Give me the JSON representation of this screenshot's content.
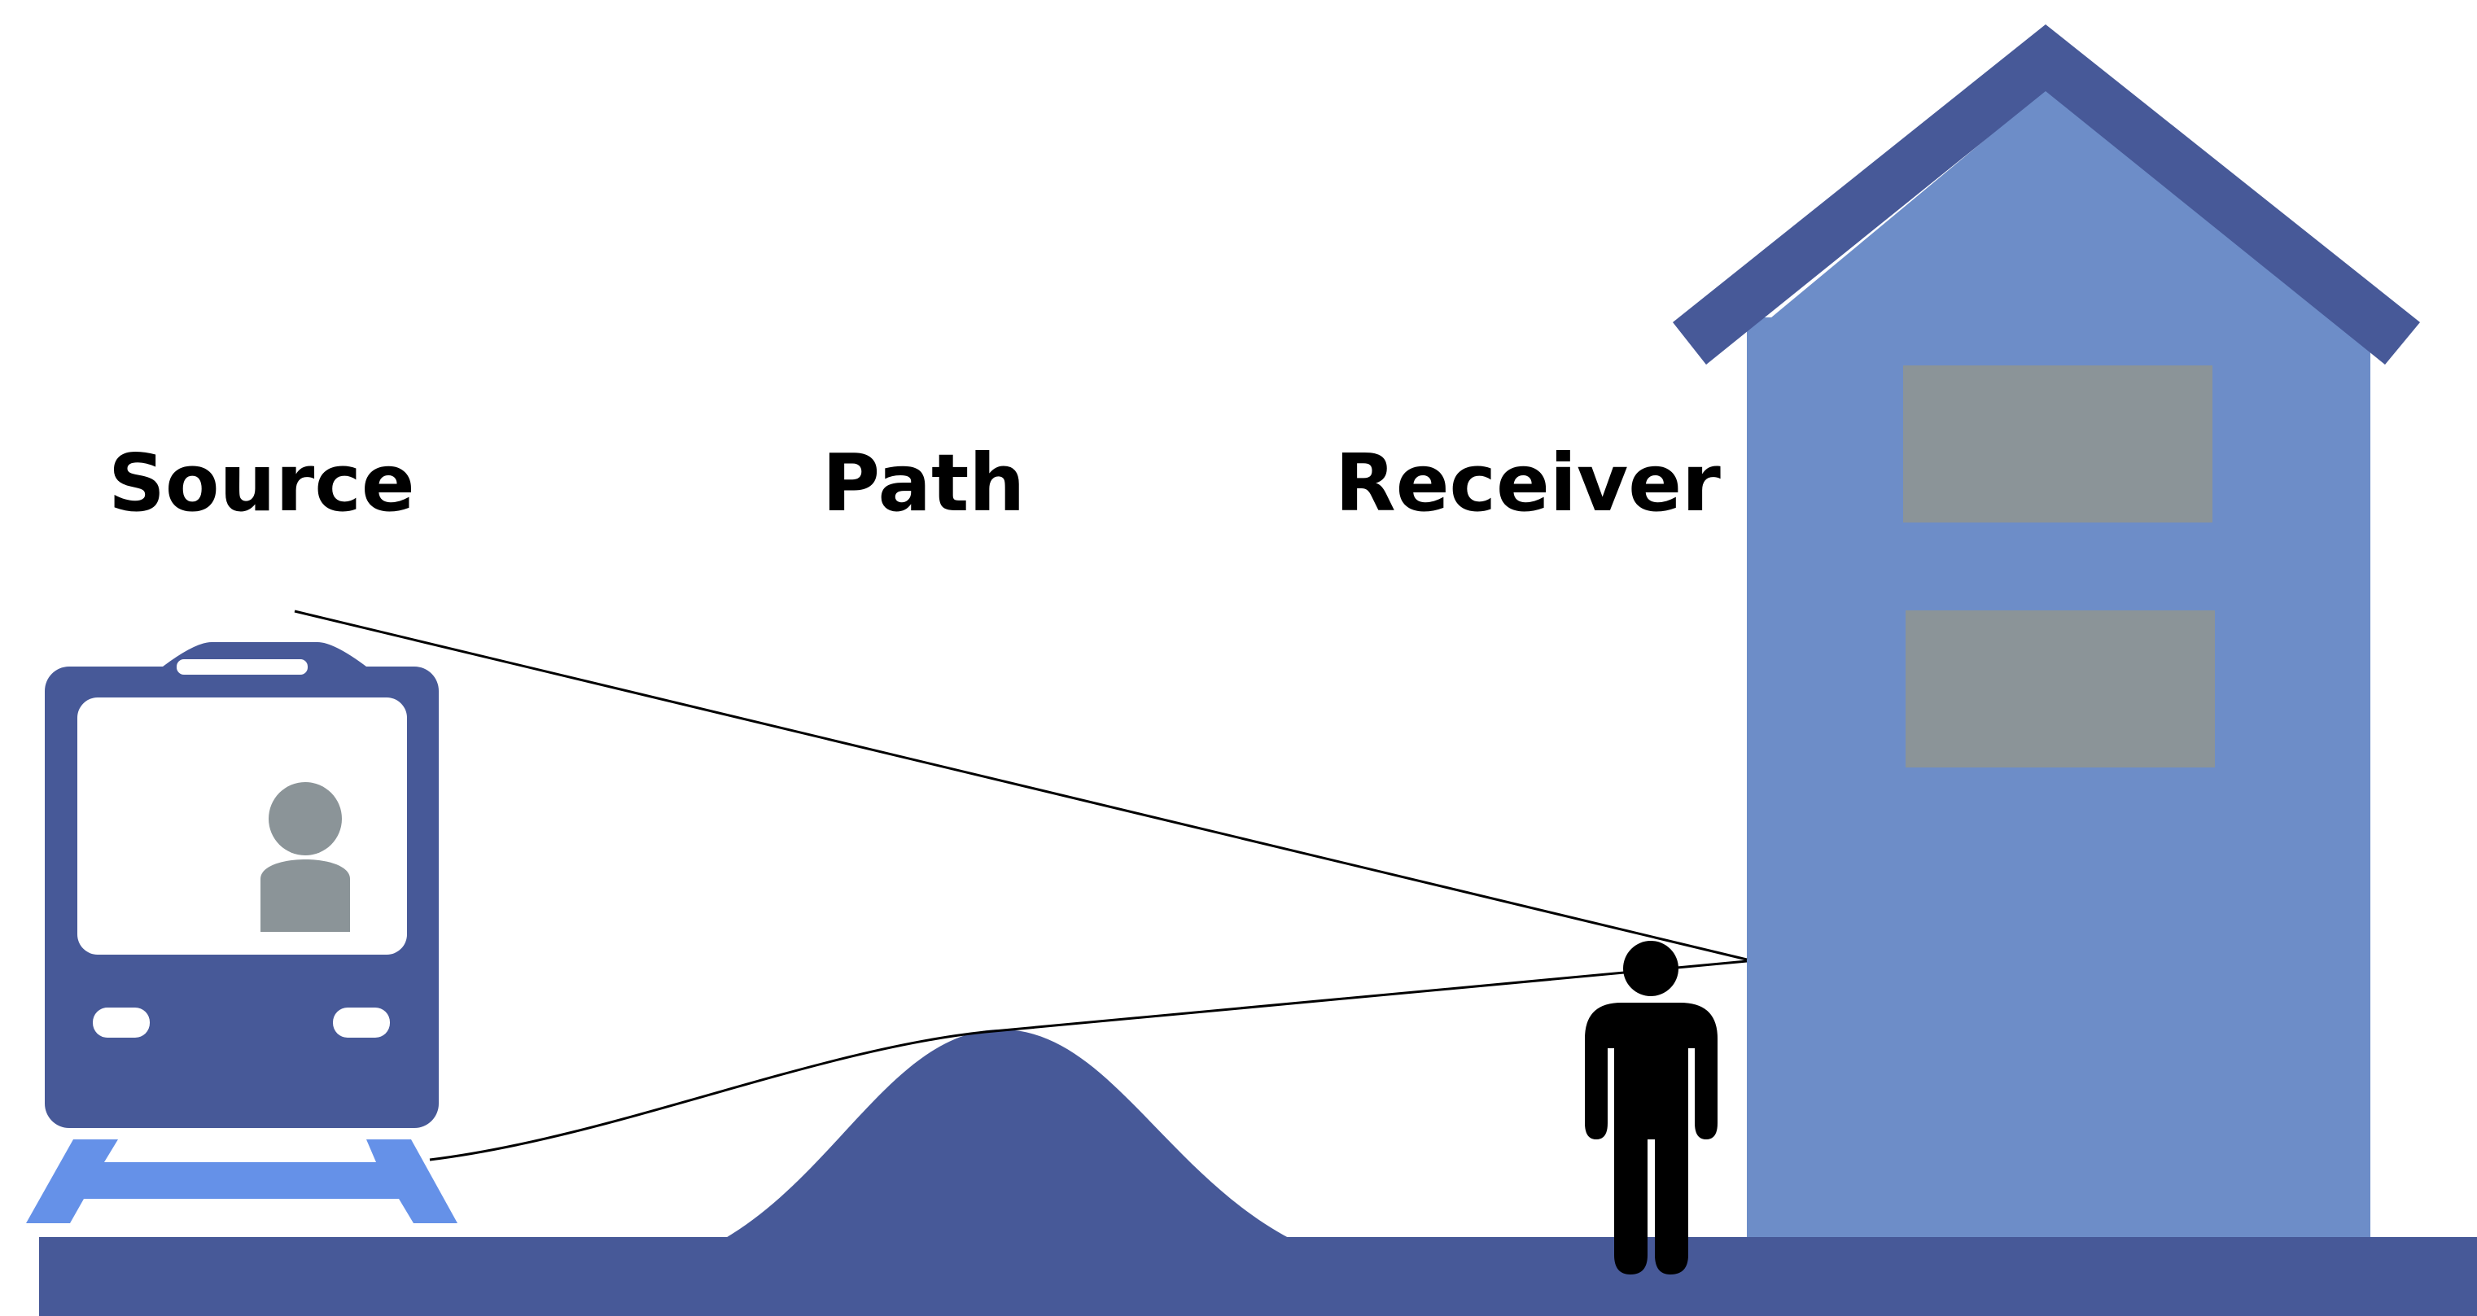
{
  "labels": {
    "source": "Source",
    "path": "Path",
    "receiver": "Receiver"
  },
  "colors": {
    "primary_blue": "#475998",
    "building_blue": "#6d8dc8",
    "rail_blue": "#6591e8",
    "window_gray": "#8b9498",
    "figure_black": "#000000",
    "background": "#ffffff"
  },
  "icons": {
    "source": "train-icon",
    "passenger": "person-icon",
    "obstacle": "hill-icon",
    "receiver": "standing-person-icon",
    "structure": "house-icon"
  }
}
